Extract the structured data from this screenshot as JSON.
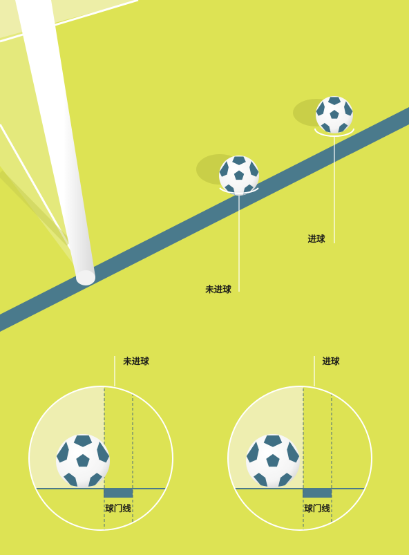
{
  "colors": {
    "pitch": "#dde354",
    "goal_line": "#4a7a8c",
    "ball_patch": "#3f6f84",
    "net_shade": "#eeeeb0",
    "white": "#ffffff"
  },
  "scene": {
    "label_not_goal": "未进球",
    "label_goal": "进球"
  },
  "insets": [
    {
      "title": "未进球",
      "line_label": "球门线",
      "outcome": "not-goal"
    },
    {
      "title": "进球",
      "line_label": "球门线",
      "outcome": "goal"
    }
  ]
}
